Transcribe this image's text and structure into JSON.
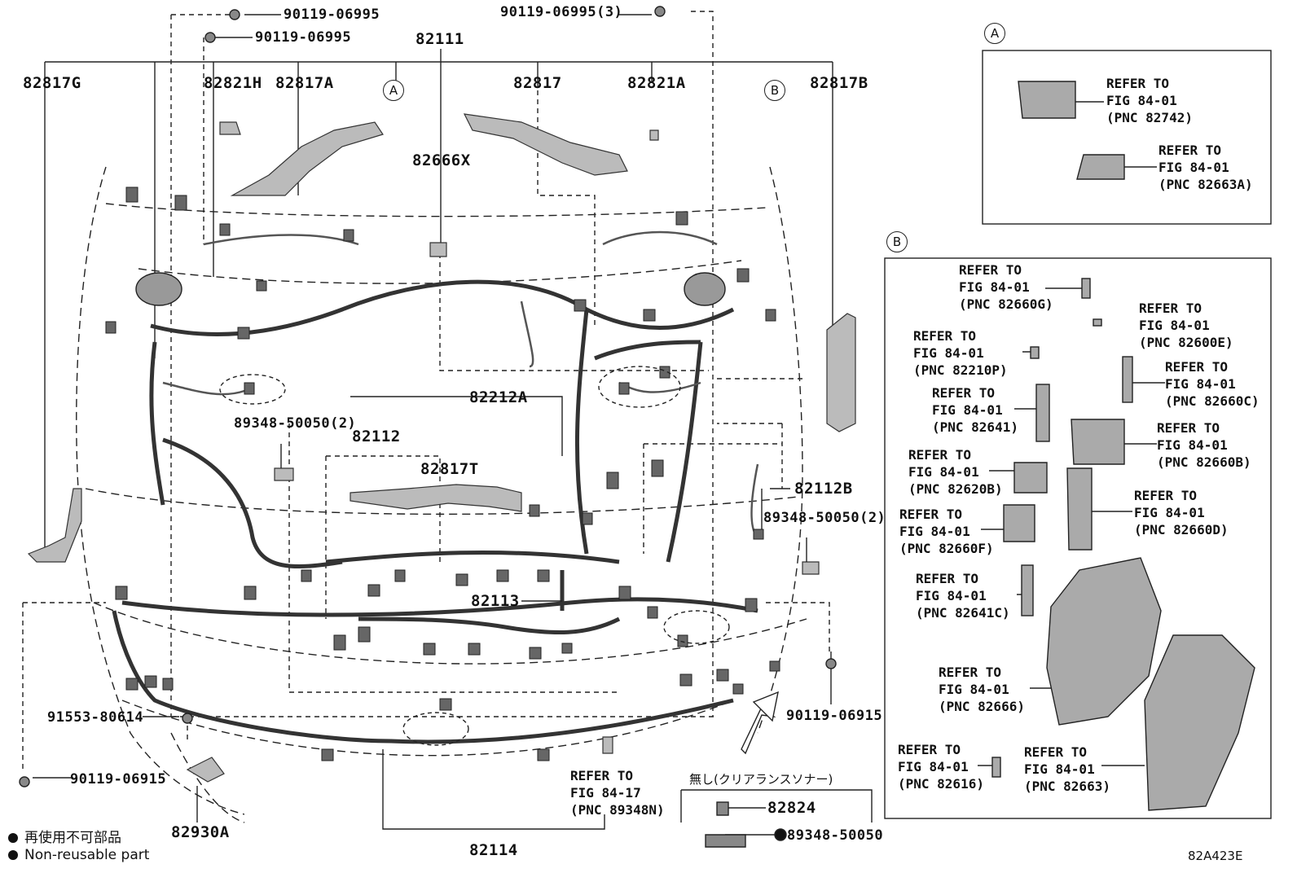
{
  "callouts": {
    "a": "A",
    "b": "B"
  },
  "top_fasteners": {
    "f1": "90119-06995",
    "f2": "90119-06995",
    "f3": "90119-06995(3)"
  },
  "labels": {
    "p82111": "82111",
    "p82817G": "82817G",
    "p82821H": "82821H",
    "p82817A": "82817A",
    "p82817": "82817",
    "p82821A": "82821A",
    "p82817B": "82817B",
    "p82666X": "82666X",
    "p82212A": "82212A",
    "p89348a": "89348-50050(2)",
    "p82112": "82112",
    "p82817T": "82817T",
    "p82112B": "82112B",
    "p89348b": "89348-50050(2)",
    "p82113": "82113",
    "p91553": "91553-80614",
    "p90119L": "90119-06915",
    "p90119R": "90119-06915",
    "p82930A": "82930A",
    "p82114": "82114",
    "p82824": "82824",
    "p89348c": "89348-50050"
  },
  "refer_main": {
    "l1": "REFER TO",
    "l2": "FIG 84-17",
    "l3": "(PNC 89348N)"
  },
  "no_sonar": "無し(クリアランスソナー)",
  "legend": {
    "jp": "再使用不可部品",
    "en": "Non-reusable part"
  },
  "diagram_code": "82A423E",
  "box_a_refs": [
    {
      "l1": "REFER TO",
      "l2": "FIG 84-01",
      "l3": "(PNC 82742)"
    },
    {
      "l1": "REFER TO",
      "l2": "FIG 84-01",
      "l3": "(PNC 82663A)"
    }
  ],
  "box_b_refs": [
    {
      "l1": "REFER TO",
      "l2": "FIG 84-01",
      "l3": "(PNC 82660G)"
    },
    {
      "l1": "REFER TO",
      "l2": "FIG 84-01",
      "l3": "(PNC 82600E)"
    },
    {
      "l1": "REFER TO",
      "l2": "FIG 84-01",
      "l3": "(PNC 82210P)"
    },
    {
      "l1": "REFER TO",
      "l2": "FIG 84-01",
      "l3": "(PNC 82660C)"
    },
    {
      "l1": "REFER TO",
      "l2": "FIG 84-01",
      "l3": "(PNC 82641)"
    },
    {
      "l1": "REFER TO",
      "l2": "FIG 84-01",
      "l3": "(PNC 82660B)"
    },
    {
      "l1": "REFER TO",
      "l2": "FIG 84-01",
      "l3": "(PNC 82620B)"
    },
    {
      "l1": "REFER TO",
      "l2": "FIG 84-01",
      "l3": "(PNC 82660D)"
    },
    {
      "l1": "REFER TO",
      "l2": "FIG 84-01",
      "l3": "(PNC 82660F)"
    },
    {
      "l1": "REFER TO",
      "l2": "FIG 84-01",
      "l3": "(PNC 82641C)"
    },
    {
      "l1": "REFER TO",
      "l2": "FIG 84-01",
      "l3": "(PNC 82666)"
    },
    {
      "l1": "REFER TO",
      "l2": "FIG 84-01",
      "l3": "(PNC 82616)"
    },
    {
      "l1": "REFER TO",
      "l2": "FIG 84-01",
      "l3": "(PNC 82663)"
    }
  ]
}
